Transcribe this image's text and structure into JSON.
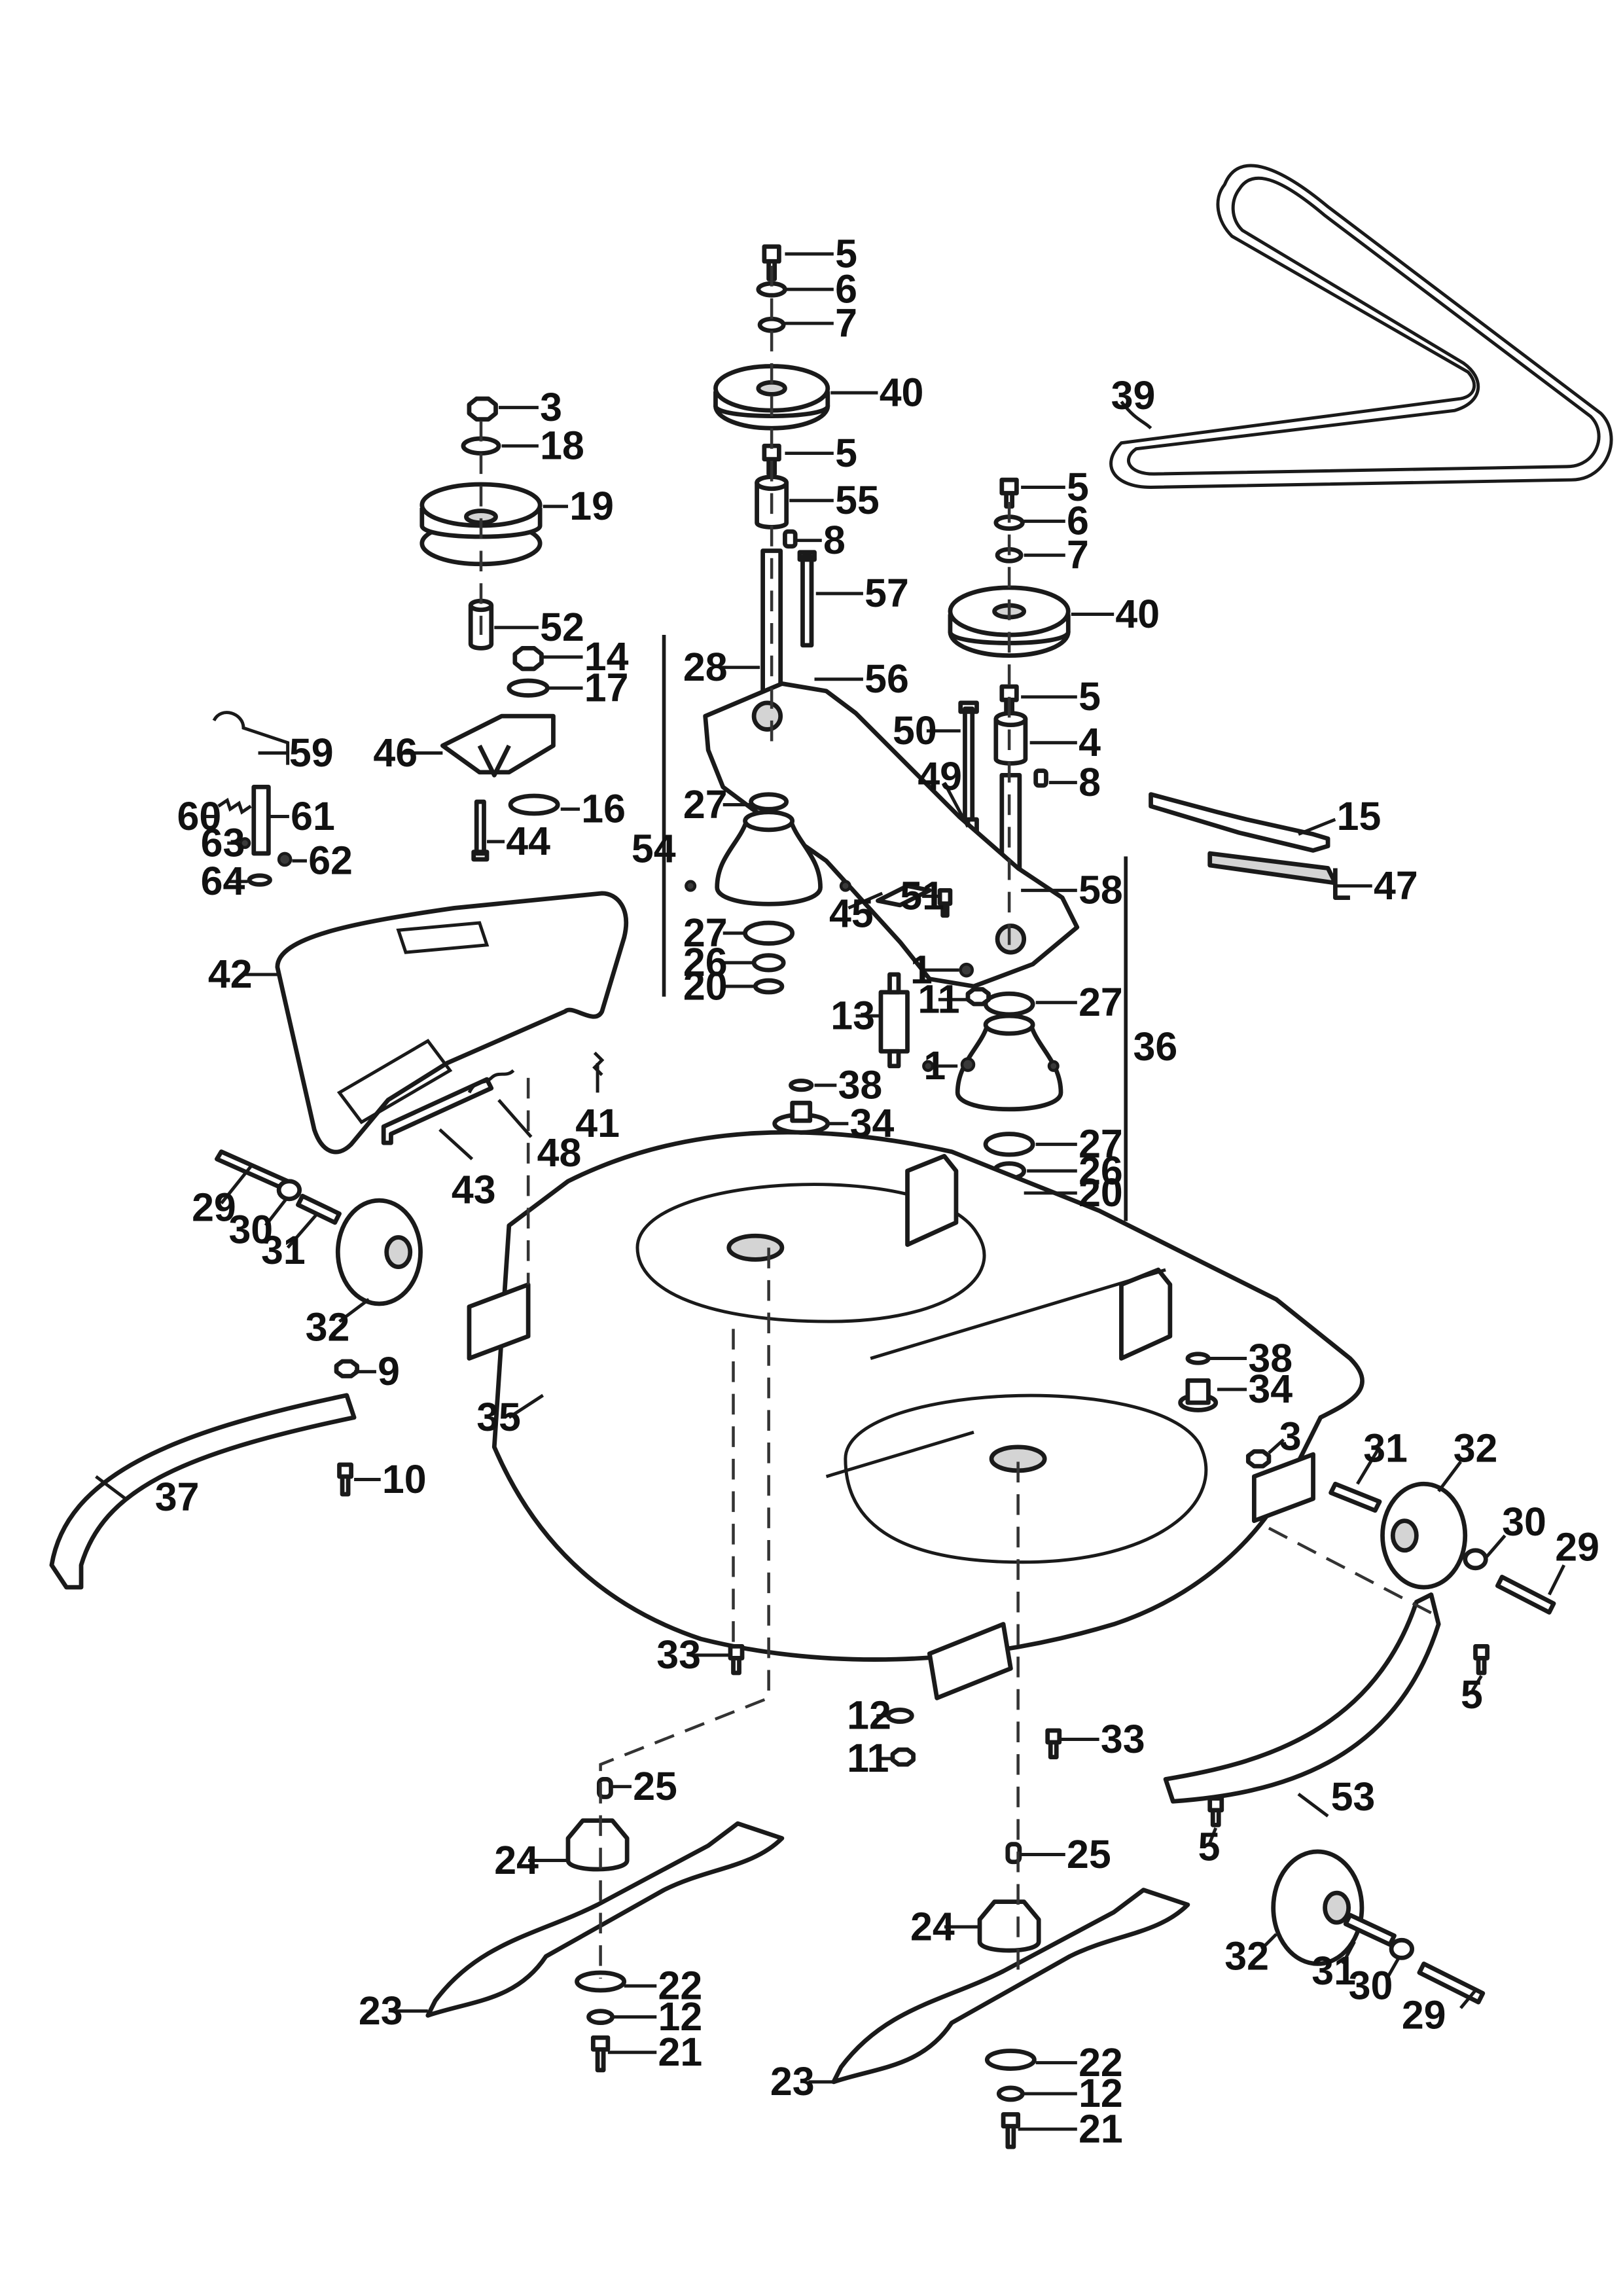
{
  "callouts": {
    "c5a": "5",
    "c6a": "6",
    "c7a": "7",
    "c40a": "40",
    "c5b": "5",
    "c55": "55",
    "c8a": "8",
    "c57": "57",
    "c28": "28",
    "c56": "56",
    "c3a": "3",
    "c18": "18",
    "c19": "19",
    "c52": "52",
    "c14": "14",
    "c17": "17",
    "c59": "59",
    "c46": "46",
    "c60": "60",
    "c61": "61",
    "c63": "63",
    "c62": "62",
    "c16": "16",
    "c44": "44",
    "c64": "64",
    "c5c": "5",
    "c6b": "6",
    "c7b": "7",
    "c40b": "40",
    "c39": "39",
    "c5d": "5",
    "c50": "50",
    "c4": "4",
    "c49": "49",
    "c8b": "8",
    "c15": "15",
    "c47": "47",
    "c27a": "27",
    "c54": "54",
    "c51": "51",
    "c58": "58",
    "c45": "45",
    "c27b": "27",
    "c26a": "26",
    "c20a": "20",
    "c1a": "1",
    "c11a": "11",
    "c27c": "27",
    "c13": "13",
    "c36": "36",
    "c1b": "1",
    "c42": "42",
    "c38a": "38",
    "c34a": "34",
    "c41": "41",
    "c48": "48",
    "c43": "43",
    "c27d": "27",
    "c26b": "26",
    "c20b": "20",
    "c29a": "29",
    "c30a": "30",
    "c31a": "31",
    "c32a": "32",
    "c38b": "38",
    "c34b": "34",
    "c9": "9",
    "c35": "35",
    "c3b": "3",
    "c31b": "31",
    "c32b": "32",
    "c37": "37",
    "c10": "10",
    "c30b": "30",
    "c29b": "29",
    "c33a": "33",
    "c5e": "5",
    "c12a": "12",
    "c11b": "11",
    "c33b": "33",
    "c25a": "25",
    "c53": "53",
    "c5f": "5",
    "c24a": "24",
    "c25b": "25",
    "c22a": "22",
    "c23a": "23",
    "c12b": "12",
    "c21a": "21",
    "c24b": "24",
    "c32c": "32",
    "c31c": "31",
    "c30c": "30",
    "c29c": "29",
    "c22b": "22",
    "c23b": "23",
    "c12c": "12",
    "c21b": "21"
  }
}
